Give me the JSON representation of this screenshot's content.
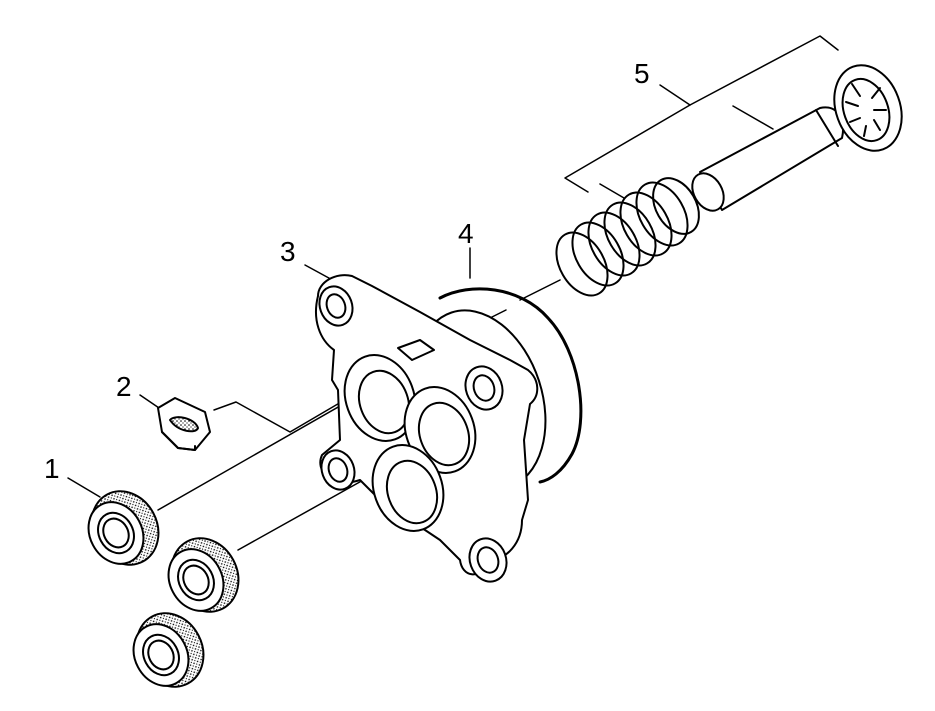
{
  "diagram": {
    "type": "exploded-parts-view",
    "colors": {
      "ink": "#000000",
      "paper": "#ffffff",
      "shade": "#d9d9d9"
    },
    "callouts": [
      {
        "id": "1",
        "label": "1",
        "part": "seal-ring"
      },
      {
        "id": "2",
        "label": "2",
        "part": "small-seal"
      },
      {
        "id": "3",
        "label": "3",
        "part": "cylinder-flange"
      },
      {
        "id": "4",
        "label": "4",
        "part": "o-ring"
      },
      {
        "id": "5",
        "label": "5",
        "part": "spring-pin-clip-kit"
      }
    ]
  }
}
